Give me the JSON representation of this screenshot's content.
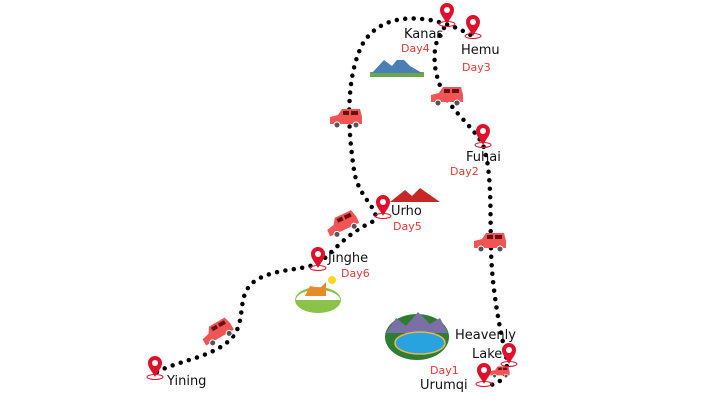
{
  "stops": [
    {
      "name": "Urumqi",
      "day": "Day1"
    },
    {
      "name": "Heavenly Lake",
      "name_line1": "Heavenly",
      "name_line2": "Lake"
    },
    {
      "name": "Fuhai",
      "day": "Day2"
    },
    {
      "name": "Hemu",
      "day": "Day3"
    },
    {
      "name": "Kanas",
      "day": "Day4"
    },
    {
      "name": "Urho",
      "day": "Day5"
    },
    {
      "name": "Jinghe",
      "day": "Day6"
    },
    {
      "name": "Yining"
    }
  ],
  "colors": {
    "pin": "#e0102a",
    "car": "#f05454",
    "route": "#000000",
    "day": "#e53935"
  }
}
